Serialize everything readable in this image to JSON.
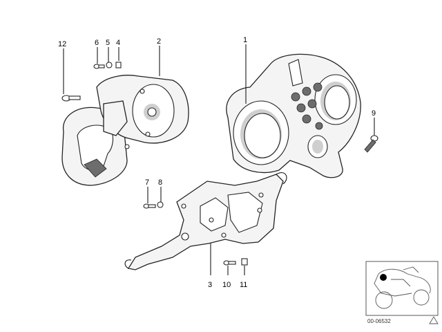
{
  "callouts": [
    {
      "id": "12",
      "label": "12"
    },
    {
      "id": "6",
      "label": "6"
    },
    {
      "id": "5",
      "label": "5"
    },
    {
      "id": "4",
      "label": "4"
    },
    {
      "id": "2",
      "label": "2"
    },
    {
      "id": "1",
      "label": "1"
    },
    {
      "id": "9",
      "label": "9"
    },
    {
      "id": "7",
      "label": "7"
    },
    {
      "id": "8",
      "label": "8"
    },
    {
      "id": "3",
      "label": "3"
    },
    {
      "id": "10",
      "label": "10"
    },
    {
      "id": "11",
      "label": "11"
    }
  ],
  "thumbnail": {
    "code": "00-06532",
    "marker_color": "#000000"
  }
}
